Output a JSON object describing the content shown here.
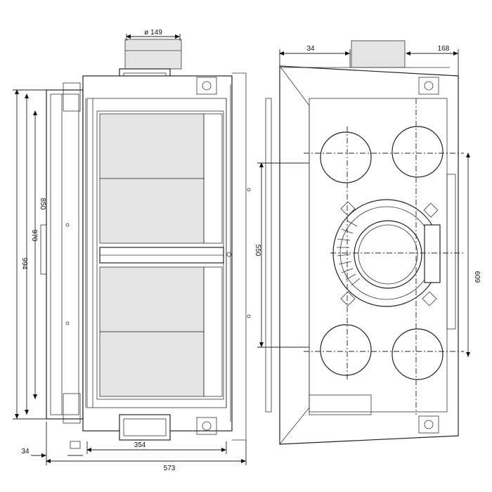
{
  "dimensions": {
    "flue_diameter": "ø 149",
    "offset_left_top": "34",
    "offset_right_top": "168",
    "height_994": "994",
    "height_970": "970",
    "height_850": "850",
    "center_550": "550",
    "height_609": "609",
    "width_354": "354",
    "width_573": "573",
    "offset_left_bottom": "34"
  }
}
